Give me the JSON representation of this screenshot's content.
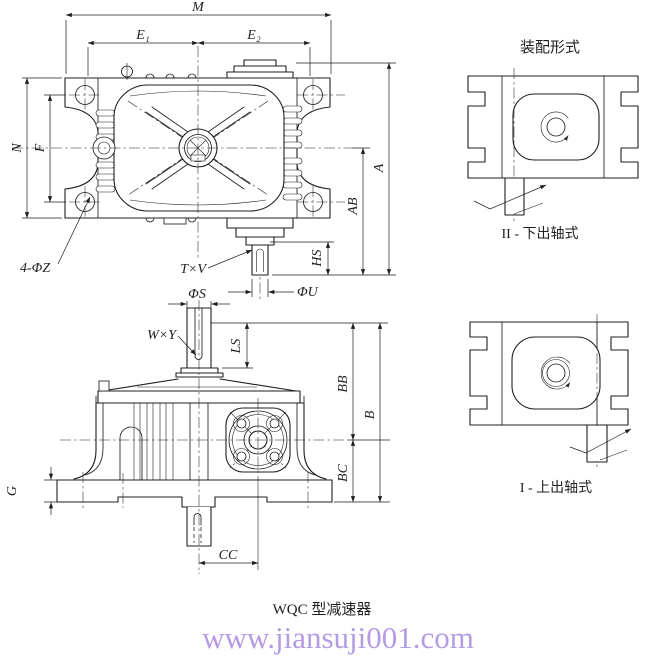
{
  "drawing": {
    "background": "#ffffff",
    "line_color": "#1f1f1f",
    "watermark_color": "#b49be4"
  },
  "top_view": {
    "dim_m": "M",
    "dim_e1": "E₁",
    "dim_e2": "E₂",
    "dim_n": "N",
    "dim_f": "F",
    "dim_a": "A",
    "dim_ab": "AB",
    "dim_hs": "HS",
    "dim_phi_u": "ΦU",
    "label_txv": "T×V",
    "label_4phiz": "4-ΦZ"
  },
  "front_view": {
    "dim_phi_s": "ΦS",
    "label_wxy": "W×Y",
    "dim_ls": "LS",
    "dim_bb": "BB",
    "dim_b": "B",
    "dim_bc": "BC",
    "dim_g": "G",
    "dim_cc": "CC"
  },
  "assembly": {
    "heading": "装配形式",
    "type2_label": "II - 下出轴式",
    "type1_label": "I - 上出轴式"
  },
  "footer": {
    "title": "WQC 型减速器",
    "watermark": "www.jiansuji001.com"
  }
}
